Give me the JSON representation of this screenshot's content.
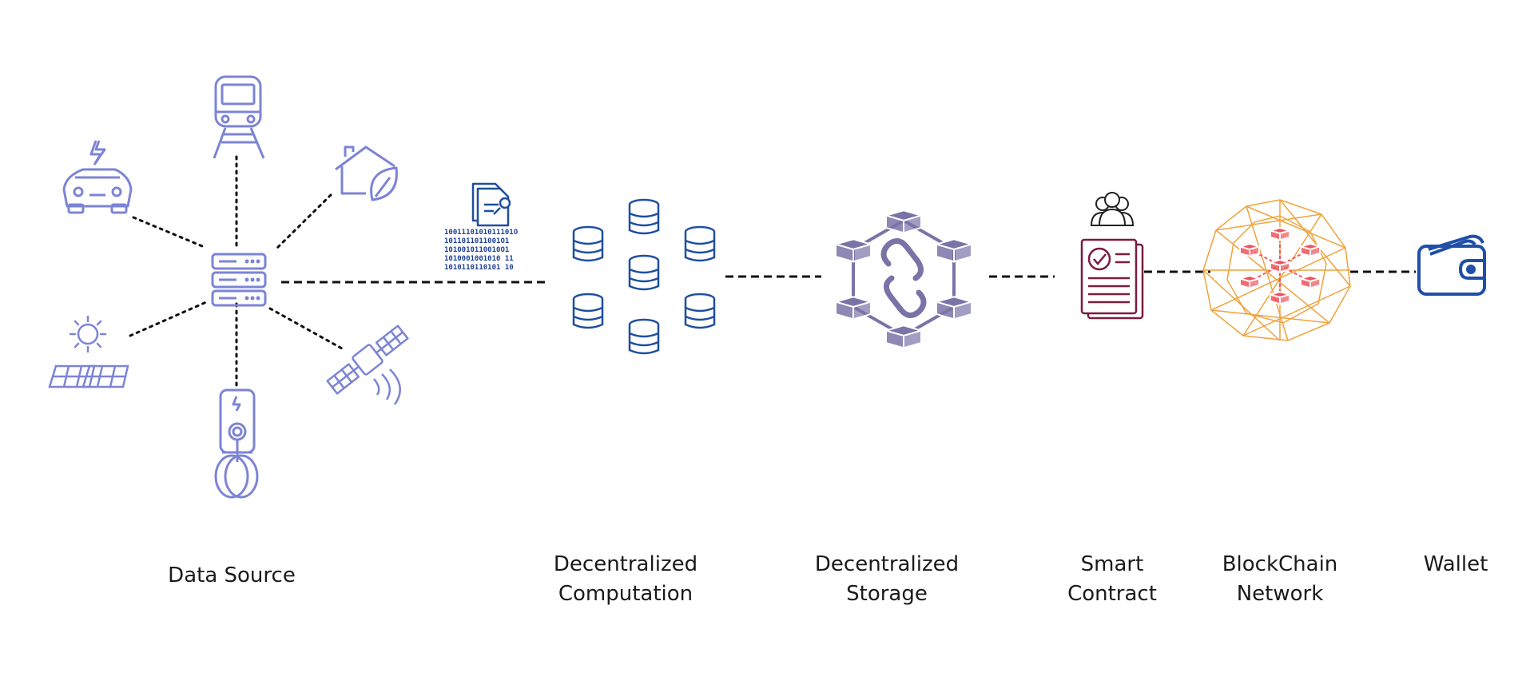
{
  "stages": {
    "data_source": "Data Source",
    "computation": [
      "Decentralized",
      "Computation"
    ],
    "storage": [
      "Decentralized",
      "Storage"
    ],
    "smart_contract": [
      "Smart",
      "Contract"
    ],
    "blockchain": [
      "BlockChain",
      "Network"
    ],
    "wallet": "Wallet"
  },
  "binary_lines": [
    "1001110101011101O",
    "1011011011001O1",
    "1010010110010O1",
    "1010001001010 11",
    "1010110110101 10"
  ],
  "colors": {
    "lavender": "#7c84d6",
    "storage_purple": "#7a73a8",
    "computation_blue": "#1f4fa0",
    "contract_maroon": "#7a1d3a",
    "network_orange": "#f0a23c",
    "network_red": "#f0525b",
    "wallet_blue": "#1f4fa8"
  },
  "icons": {
    "sources": [
      "electric-car-icon",
      "train-icon",
      "eco-house-icon",
      "solar-panel-icon",
      "ev-charger-icon",
      "satellite-icon",
      "server-hub-icon"
    ],
    "computation": "server-cluster-icon",
    "storage": "chain-link-cubes-icon",
    "contract": "contract-document-icon",
    "network": "blockchain-sphere-icon",
    "wallet": "wallet-icon"
  }
}
